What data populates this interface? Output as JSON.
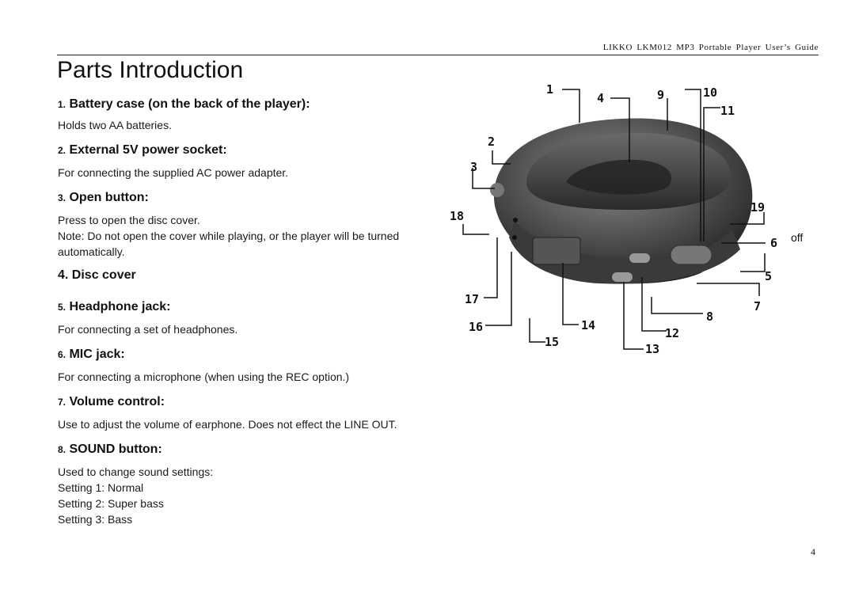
{
  "header": {
    "guide_title": "LIKKO  LKM012  MP3  Portable  Player  User’s  Guide"
  },
  "page_title": "Parts Introduction",
  "sections": [
    {
      "num": "1.",
      "title": "Battery case (on the back of the player):",
      "lines": [
        "Holds two AA batteries."
      ]
    },
    {
      "num": "2.",
      "title": "External 5V power socket:",
      "lines": [
        "For connecting the supplied AC power adapter."
      ]
    },
    {
      "num": "3.",
      "title": "Open button:",
      "lines": [
        "Press to open the disc cover.",
        "Note: Do not open the cover while playing, or the player will be turned",
        "automatically."
      ]
    },
    {
      "num": "",
      "title": "4. Disc cover",
      "lines": []
    },
    {
      "num": "5.",
      "title": "Headphone jack:",
      "lines": [
        "For connecting a set of headphones."
      ]
    },
    {
      "num": "6.",
      "title": "MIC jack:",
      "lines": [
        "For connecting a microphone (when using the REC option.)"
      ]
    },
    {
      "num": "7.",
      "title": "Volume control:",
      "lines": [
        "Use to adjust the volume of earphone. Does not effect the LINE OUT."
      ]
    },
    {
      "num": "8.",
      "title": "SOUND button:",
      "lines": [
        "Used to change sound settings:",
        "Setting 1: Normal",
        "Setting 2: Super bass",
        "Setting 3: Bass"
      ]
    }
  ],
  "figure": {
    "callouts": [
      "1",
      "2",
      "3",
      "4",
      "5",
      "6",
      "7",
      "8",
      "9",
      "10",
      "11",
      "12",
      "13",
      "14",
      "15",
      "16",
      "17",
      "18",
      "19"
    ],
    "off_label": "off"
  },
  "page_number": "4"
}
